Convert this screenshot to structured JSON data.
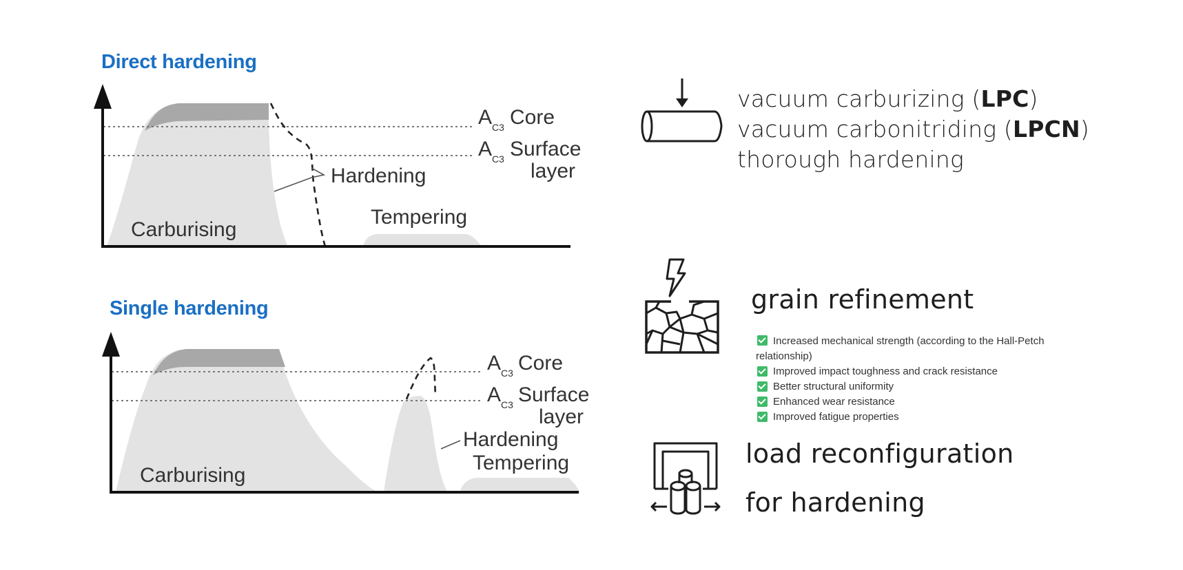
{
  "direct_hardening": {
    "title": "Direct hardening",
    "labels": {
      "ac3_core_main": "A",
      "ac3_core_sub": "C3",
      "ac3_core": "Core",
      "ac3_surface_main": "A",
      "ac3_surface_sub": "C3",
      "ac3_surface_line1": "Surface",
      "ac3_surface_line2": "layer",
      "hardening": "Hardening",
      "tempering": "Tempering",
      "carburising": "Carburising"
    }
  },
  "single_hardening": {
    "title": "Single hardening",
    "labels": {
      "ac3_core_main": "A",
      "ac3_core_sub": "C3",
      "ac3_core": "Core",
      "ac3_surface_main": "A",
      "ac3_surface_sub": "C3",
      "ac3_surface_line1": "Surface",
      "ac3_surface_line2": "layer",
      "hardening": "Hardening",
      "tempering": "Tempering",
      "carburising": "Carburising"
    }
  },
  "processes": {
    "icon": "cylinder-load-arrow-icon",
    "lines": [
      {
        "text": "vacuum carburizing (",
        "bold": "LPC",
        "tail": ")"
      },
      {
        "text": "vacuum carbonitriding (",
        "bold": "LPCN",
        "tail": ")"
      },
      {
        "text": "thorough hardening",
        "bold": "",
        "tail": ""
      }
    ]
  },
  "grain_refinement": {
    "icon": "lightning-grain-structure-icon",
    "title": "grain refinement",
    "benefits": [
      "Increased mechanical strength (according to the Hall-Petch relationship)",
      "Improved impact toughness and crack resistance",
      "Better structural uniformity",
      "Enhanced wear resistance",
      "Improved fatigue properties"
    ],
    "check_color": "#3fba6a"
  },
  "load_reconfiguration": {
    "icon": "furnace-load-icon",
    "line1": "load reconfiguration",
    "line2": "for hardening"
  },
  "colors": {
    "title_blue": "#1a6fc4",
    "fill_light": "#e3e3e3",
    "fill_dark": "#a8a8a8",
    "axis": "#111111"
  }
}
